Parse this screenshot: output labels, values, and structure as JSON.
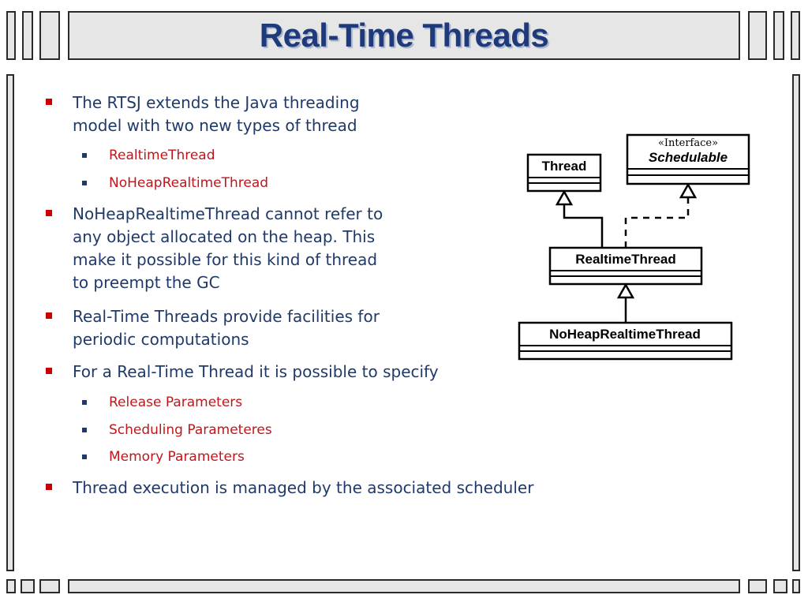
{
  "slide": {
    "title": "Real-Time Threads",
    "bullets": [
      {
        "lines": [
          "The RTSJ extends the Java threading",
          "model with two new types of thread"
        ]
      },
      {
        "lines": [
          "NoHeapRealtimeThread cannot refer to",
          "any object allocated on the heap. This",
          "make it possible for this kind of thread",
          "to preempt the GC"
        ]
      },
      {
        "lines": [
          "Real-Time Threads provide facilities for",
          "periodic computations"
        ]
      },
      {
        "lines": [
          "For a Real-Time Thread it is possible to specify"
        ]
      },
      {
        "lines": [
          "Thread execution is managed by the associated scheduler"
        ]
      }
    ],
    "subbullets_a": [
      "RealtimeThread",
      "NoHeapRealtimeThread"
    ],
    "subbullets_b": [
      "Release Parameters",
      "Scheduling Parameteres",
      "Memory Parameters"
    ]
  },
  "diagram": {
    "thread": "Thread",
    "interface_stereotype": "«Interface»",
    "schedulable": "Schedulable",
    "realtime": "RealtimeThread",
    "noheap": "NoHeapRealtimeThread"
  },
  "colors": {
    "title": "#1f3a7a",
    "body_text": "#1f3a6a",
    "sub_text": "#c0161b",
    "bullet_red": "#cc0000"
  }
}
